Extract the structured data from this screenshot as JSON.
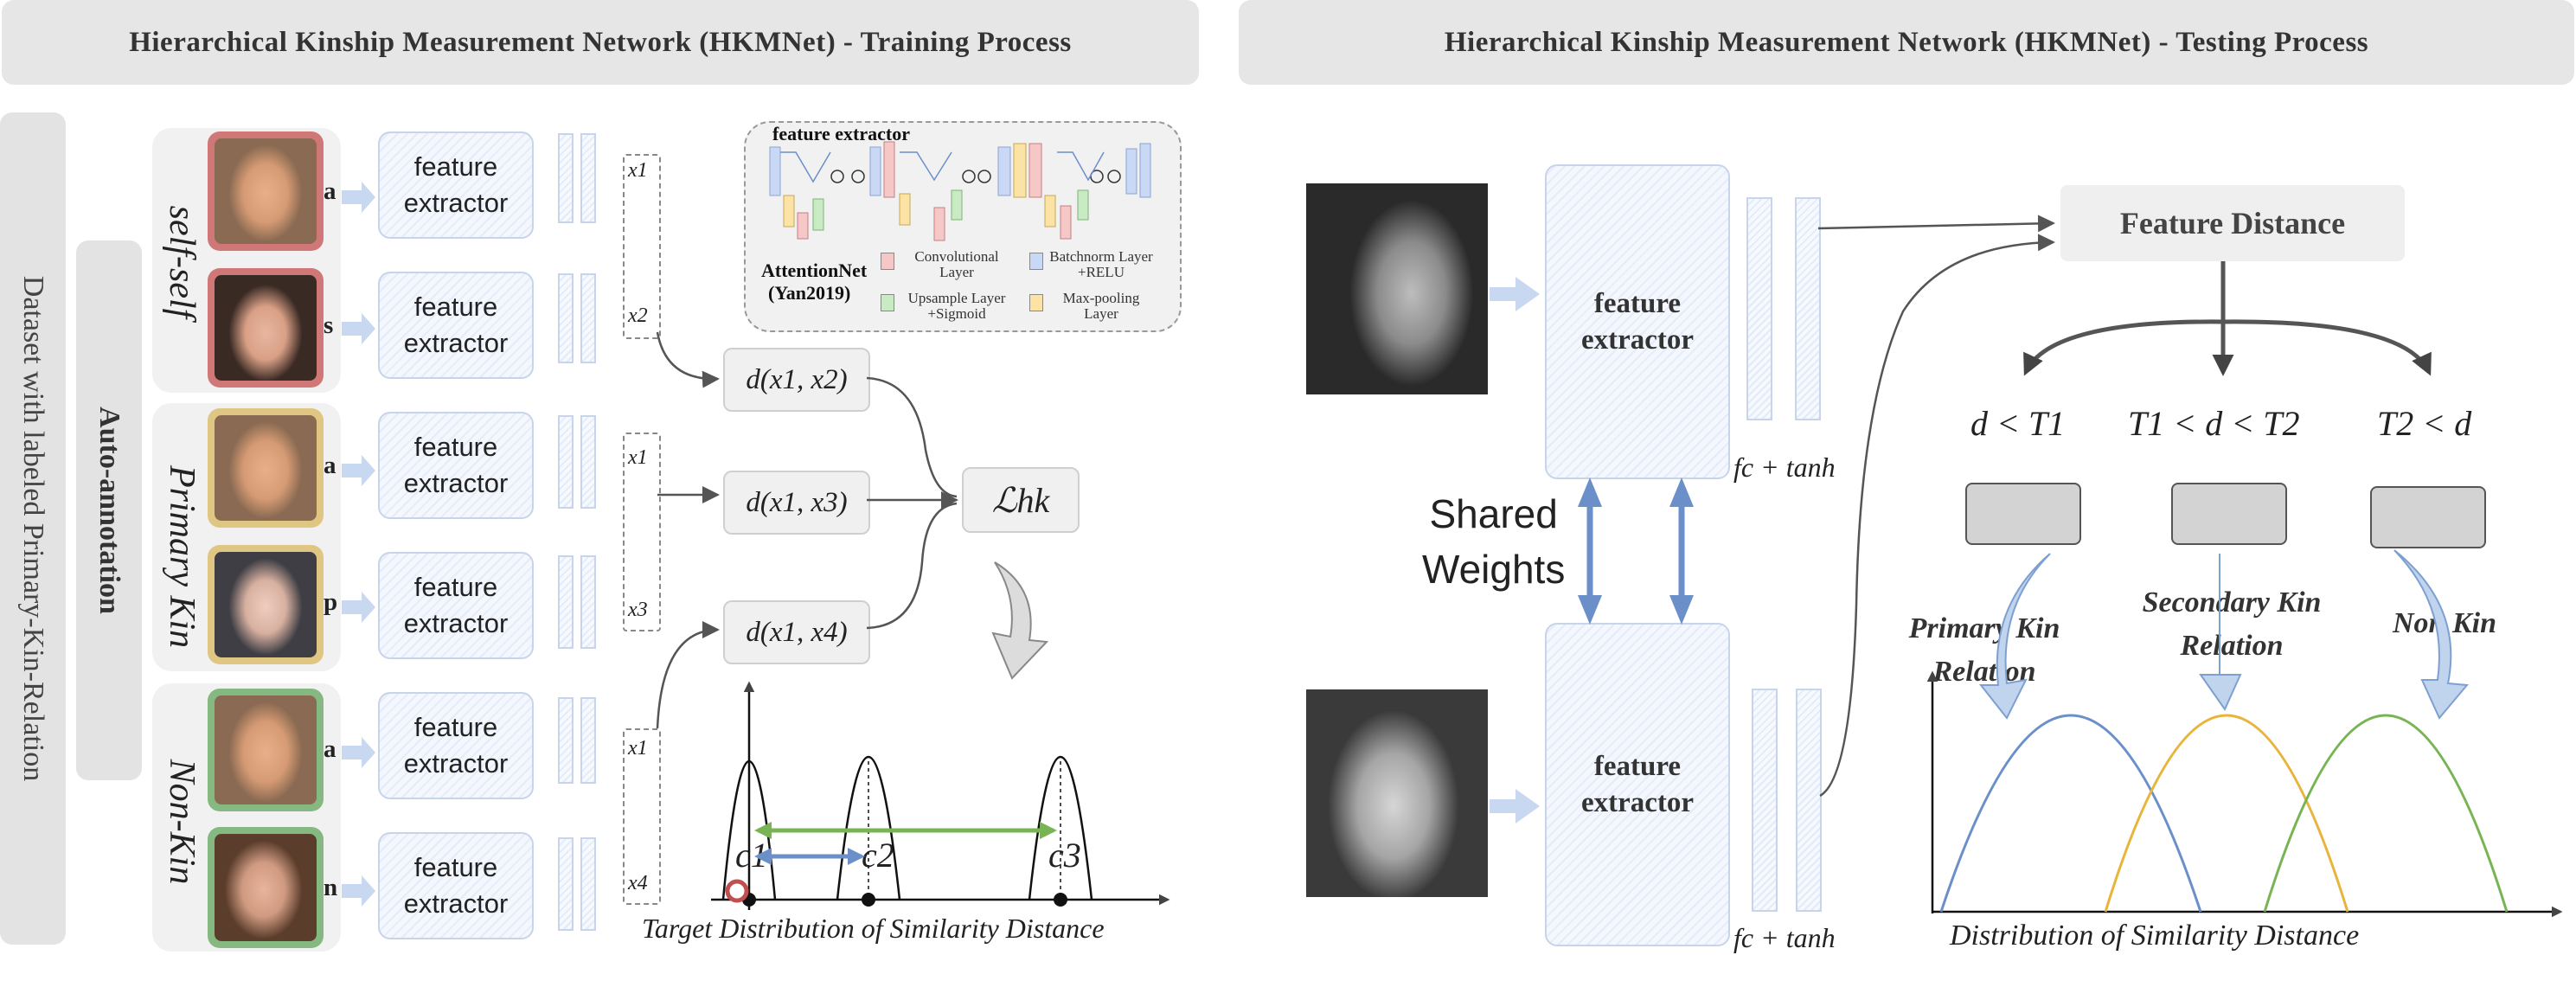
{
  "training": {
    "title": "Hierarchical  Kinship  Measurement  Network (HKMNet) - Training Process",
    "dataset_label": "Dataset with labeled Primary-Kin-Relation",
    "auto_annotation": "Auto-annotation",
    "groups": [
      {
        "label": "self-self",
        "letters": [
          "a",
          "s"
        ],
        "border": "#d07878"
      },
      {
        "label": "Primary Kin",
        "letters": [
          "a",
          "p"
        ],
        "border": "#e0c683"
      },
      {
        "label": "Non-Kin",
        "letters": [
          "a",
          "n"
        ],
        "border": "#86b882"
      }
    ],
    "feature_extractor_label": "feature\nextractor",
    "vectors": [
      [
        "x1",
        "x2"
      ],
      [
        "x1",
        "x3"
      ],
      [
        "x1",
        "x4"
      ]
    ],
    "distances": [
      "d(x1, x2)",
      "d(x1, x3)",
      "d(x1, x4)"
    ],
    "loss": "ℒhk",
    "inset": {
      "title": "feature extractor",
      "name": "AttentionNet",
      "ref": "(Yan2019)",
      "legend": [
        {
          "label": "Convolutional Layer",
          "color": "#f6c7c7"
        },
        {
          "label": "Batchnorm Layer +RELU",
          "color": "#c9d9f5"
        },
        {
          "label": "Upsample Layer +Sigmoid",
          "color": "#c9ebc4"
        },
        {
          "label": "Max-pooling Layer",
          "color": "#fbe3a6"
        }
      ]
    },
    "centers": [
      "c1",
      "c2",
      "c3"
    ],
    "axis_label": "Target Distribution of  Similarity  Distance"
  },
  "testing": {
    "title": "Hierarchical  Kinship  Measurement  Network (HKMNet) - Testing Process",
    "feature_extractor_label": "feature\nextractor",
    "shared_weights": "Shared\nWeights",
    "fc_label": "fc + tanh",
    "feature_distance": "Feature Distance",
    "thresholds": [
      "d < T1",
      "T1 < d < T2",
      "T2 < d"
    ],
    "relations": [
      "Primary Kin\nRelation",
      "Secondary Kin\nRelation",
      "Non Kin"
    ],
    "axis_label": "Distribution  of  Similarity  Distance"
  },
  "colors": {
    "header_bg": "#e6e6e6",
    "blue": "#6b8fc9",
    "yellow": "#e8b43a",
    "green": "#78b454",
    "arrow_blue": "#c0d4ee"
  }
}
